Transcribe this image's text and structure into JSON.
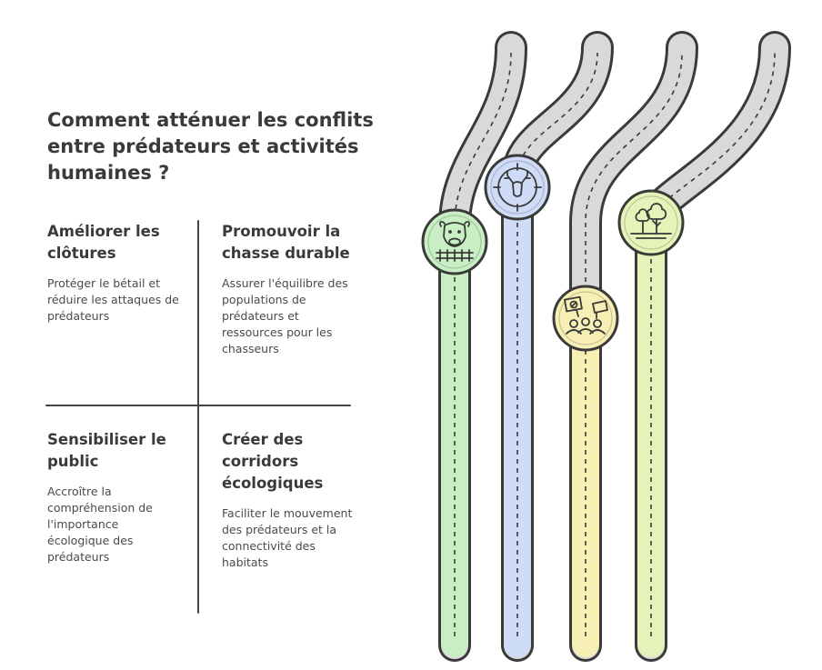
{
  "title": "Comment atténuer les conflits entre prédateurs et activités humaines ?",
  "items": [
    {
      "heading": "Améliorer les clôtures",
      "description": "Protéger le bétail et réduire les attaques de prédateurs",
      "color": "#c8efc4",
      "icon": "cow-fence-icon"
    },
    {
      "heading": "Promouvoir la chasse durable",
      "description": "Assurer l'équilibre des populations de prédateurs et ressources pour les chasseurs",
      "color": "#cfdcf7",
      "icon": "deer-target-icon"
    },
    {
      "heading": "Sensibiliser le public",
      "description": "Accroître la compréhension de l'importance écologique des prédateurs",
      "color": "#f7efb3",
      "icon": "people-protest-icon"
    },
    {
      "heading": "Créer des corridors écologiques",
      "description": "Faciliter le mouvement des prédateurs et la connectivité des habitats",
      "color": "#e4f3b8",
      "icon": "trees-icon"
    }
  ],
  "colors": {
    "text": "#3a3a3a",
    "road": "#d9d9d9",
    "outline": "#3a3a3a"
  }
}
